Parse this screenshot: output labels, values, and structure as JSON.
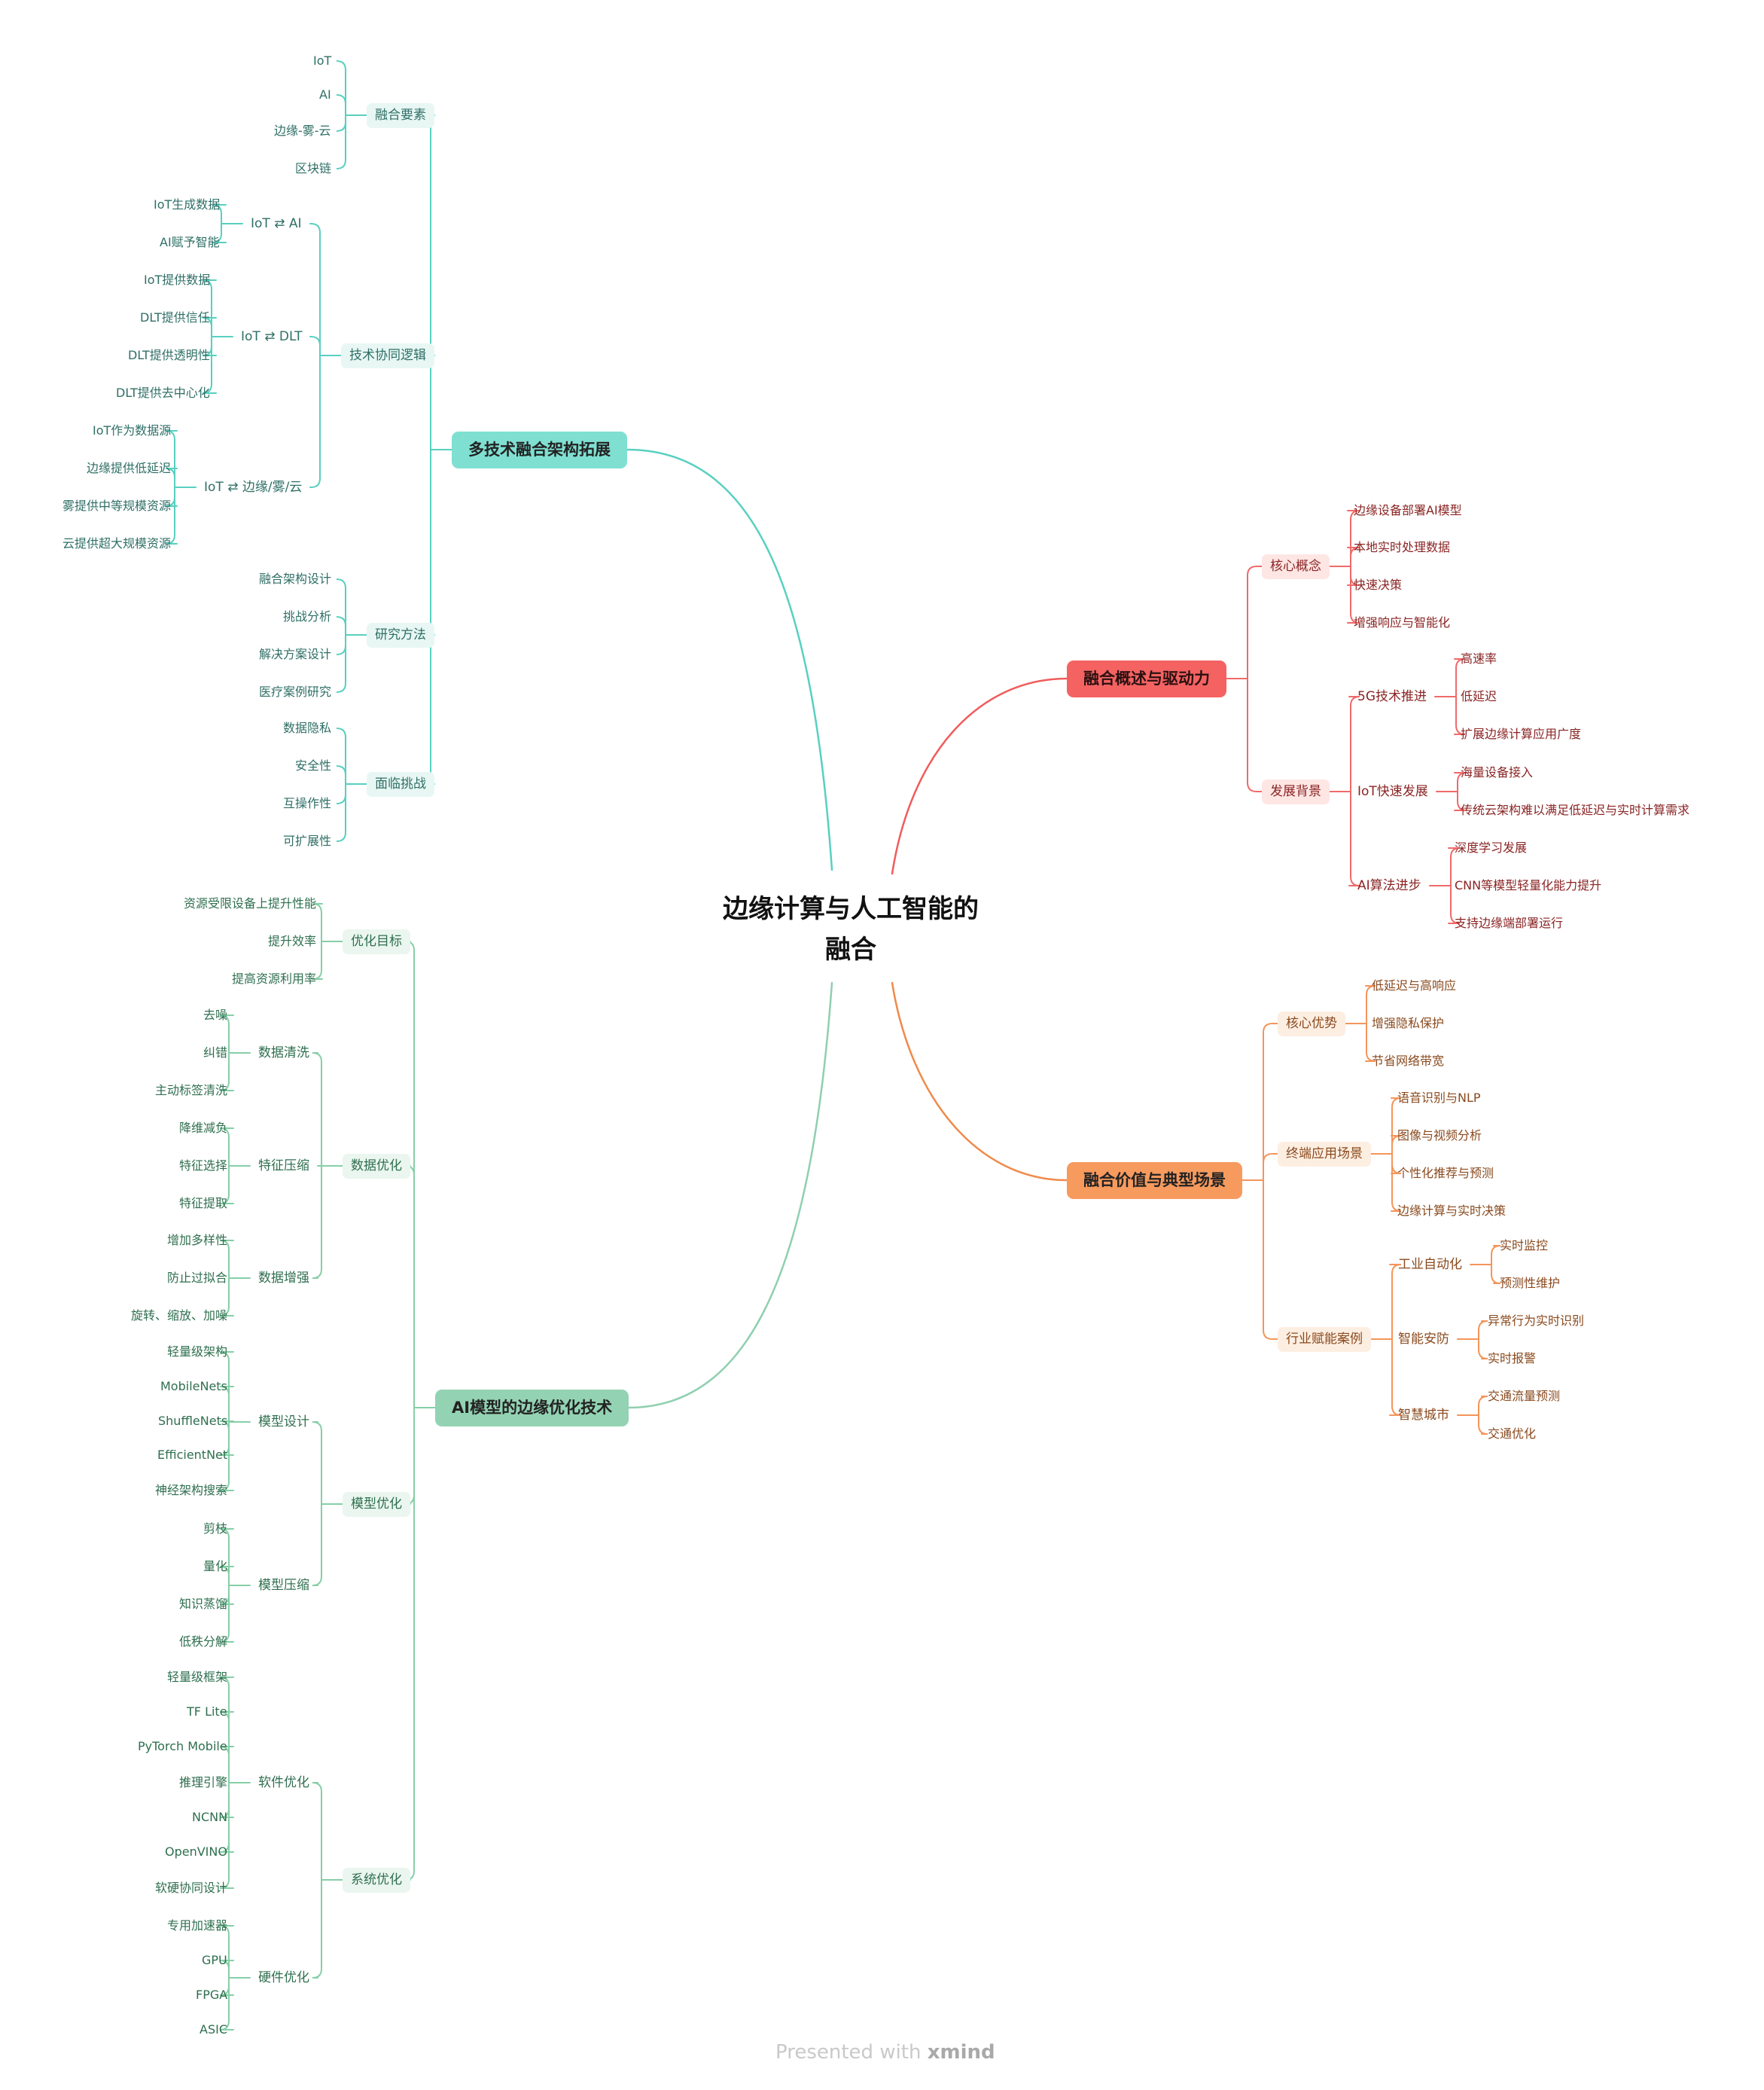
{
  "center": {
    "line1": "边缘计算与人工智能的",
    "line2": "融合"
  },
  "colors": {
    "teal": "#58d0c0",
    "coral": "#f05c5c",
    "orange": "#f08a4b",
    "green": "#7fc9a0"
  },
  "b1": {
    "title": "多技术融合架构拓展",
    "s1": {
      "label": "融合要素",
      "items": [
        "IoT",
        "AI",
        "边缘-雾-云",
        "区块链"
      ]
    },
    "s2": {
      "label": "技术协同逻辑",
      "g1": {
        "label": "IoT ⇄ AI",
        "items": [
          "IoT生成数据",
          "AI赋予智能"
        ]
      },
      "g2": {
        "label": "IoT ⇄ DLT",
        "items": [
          "IoT提供数据",
          "DLT提供信任",
          "DLT提供透明性",
          "DLT提供去中心化"
        ]
      },
      "g3": {
        "label": "IoT ⇄ 边缘/雾/云",
        "items": [
          "IoT作为数据源",
          "边缘提供低延迟",
          "雾提供中等规模资源",
          "云提供超大规模资源"
        ]
      }
    },
    "s3": {
      "label": "研究方法",
      "items": [
        "融合架构设计",
        "挑战分析",
        "解决方案设计",
        "医疗案例研究"
      ]
    },
    "s4": {
      "label": "面临挑战",
      "items": [
        "数据隐私",
        "安全性",
        "互操作性",
        "可扩展性"
      ]
    }
  },
  "b2": {
    "title": "AI模型的边缘优化技术",
    "s1": {
      "label": "优化目标",
      "items": [
        "资源受限设备上提升性能",
        "提升效率",
        "提高资源利用率"
      ]
    },
    "s2": {
      "label": "数据优化",
      "g1": {
        "label": "数据清洗",
        "items": [
          "去噪",
          "纠错",
          "主动标签清洗"
        ]
      },
      "g2": {
        "label": "特征压缩",
        "items": [
          "降维减负",
          "特征选择",
          "特征提取"
        ]
      },
      "g3": {
        "label": "数据增强",
        "items": [
          "增加多样性",
          "防止过拟合",
          "旋转、缩放、加噪"
        ]
      }
    },
    "s3": {
      "label": "模型优化",
      "g1": {
        "label": "模型设计",
        "items": [
          "轻量级架构",
          "MobileNets",
          "ShuffleNets",
          "EfficientNet",
          "神经架构搜索"
        ]
      },
      "g2": {
        "label": "模型压缩",
        "items": [
          "剪枝",
          "量化",
          "知识蒸馏",
          "低秩分解"
        ]
      }
    },
    "s4": {
      "label": "系统优化",
      "g1": {
        "label": "软件优化",
        "items": [
          "轻量级框架",
          "TF Lite",
          "PyTorch Mobile",
          "推理引擎",
          "NCNN",
          "OpenVINO",
          "软硬协同设计"
        ]
      },
      "g2": {
        "label": "硬件优化",
        "items": [
          "专用加速器",
          "GPU",
          "FPGA",
          "ASIC"
        ]
      }
    }
  },
  "b3": {
    "title": "融合概述与驱动力",
    "s1": {
      "label": "核心概念",
      "items": [
        "边缘设备部署AI模型",
        "本地实时处理数据",
        "快速决策",
        "增强响应与智能化"
      ]
    },
    "s2": {
      "label": "发展背景",
      "g1": {
        "label": "5G技术推进",
        "items": [
          "高速率",
          "低延迟",
          "扩展边缘计算应用广度"
        ]
      },
      "g2": {
        "label": "IoT快速发展",
        "items": [
          "海量设备接入",
          "传统云架构难以满足低延迟与实时计算需求"
        ]
      },
      "g3": {
        "label": "AI算法进步",
        "items": [
          "深度学习发展",
          "CNN等模型轻量化能力提升",
          "支持边缘端部署运行"
        ]
      }
    }
  },
  "b4": {
    "title": "融合价值与典型场景",
    "s1": {
      "label": "核心优势",
      "items": [
        "低延迟与高响应",
        "增强隐私保护",
        "节省网络带宽"
      ]
    },
    "s2": {
      "label": "终端应用场景",
      "items": [
        "语音识别与NLP",
        "图像与视频分析",
        "个性化推荐与预测",
        "边缘计算与实时决策"
      ]
    },
    "s3": {
      "label": "行业赋能案例",
      "g1": {
        "label": "工业自动化",
        "items": [
          "实时监控",
          "预测性维护"
        ]
      },
      "g2": {
        "label": "智能安防",
        "items": [
          "异常行为实时识别",
          "实时报警"
        ]
      },
      "g3": {
        "label": "智慧城市",
        "items": [
          "交通流量预测",
          "交通优化"
        ]
      }
    }
  },
  "footer": {
    "prefix": "Presented with ",
    "brand": "xmind"
  }
}
